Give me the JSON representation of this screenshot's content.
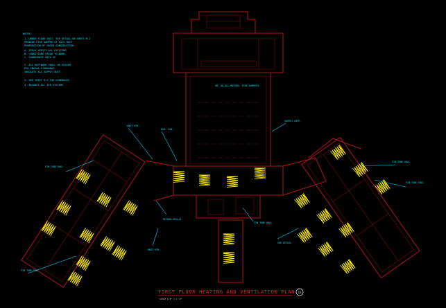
{
  "drawing": {
    "title": "FIRST FLOOR HEATING AND VENTILATION PLAN",
    "scale_label": "SCALE 1/8\" = 1'-0\"",
    "sheet_marker": "12",
    "colors": {
      "background": "#000000",
      "walls": "#b3121b",
      "notes": "#00e5ff",
      "equipment": "#ffee00",
      "title": "#ff1a1a"
    }
  },
  "notes": {
    "heading": "NOTES:",
    "lines": [
      "1.  UNDER FLOOR DUCT, SEE DETAIL ON SHEET M-2",
      "    PROVIDE FIRE DAMPER AT EACH DUCT",
      "    PENETRATION OF RATED CONSTRUCTION",
      "    A. FIELD VERIFY ALL EXISTING",
      "    B. CONDITIONS PRIOR TO WORK",
      "    C. COORDINATE WITH GC",
      "2.  ALL DUCTWORK SHALL BE SEALED",
      "    PER SMACNA STANDARDS.",
      "    INSULATE ALL SUPPLY DUCT.",
      "3.  SEE SHEET M-3 FOR SCHEDULES",
      "4.  BALANCE ALL AIR SYSTEMS"
    ]
  },
  "callouts": [
    "FIN TUBE RAD.",
    "FIN TUBE RAD.",
    "FIN TUBE RAD.",
    "FIN TUBE RAD.",
    "UNIT HTR.",
    "EXH. FAN",
    "RETURN GRILLE",
    "SUPPLY DIFF.",
    "48\" AD ALL MOTORS, FIRE DAMPERS",
    "FIN TUBE RAD.",
    "UNIT HTR.",
    "SEE DETAIL"
  ]
}
